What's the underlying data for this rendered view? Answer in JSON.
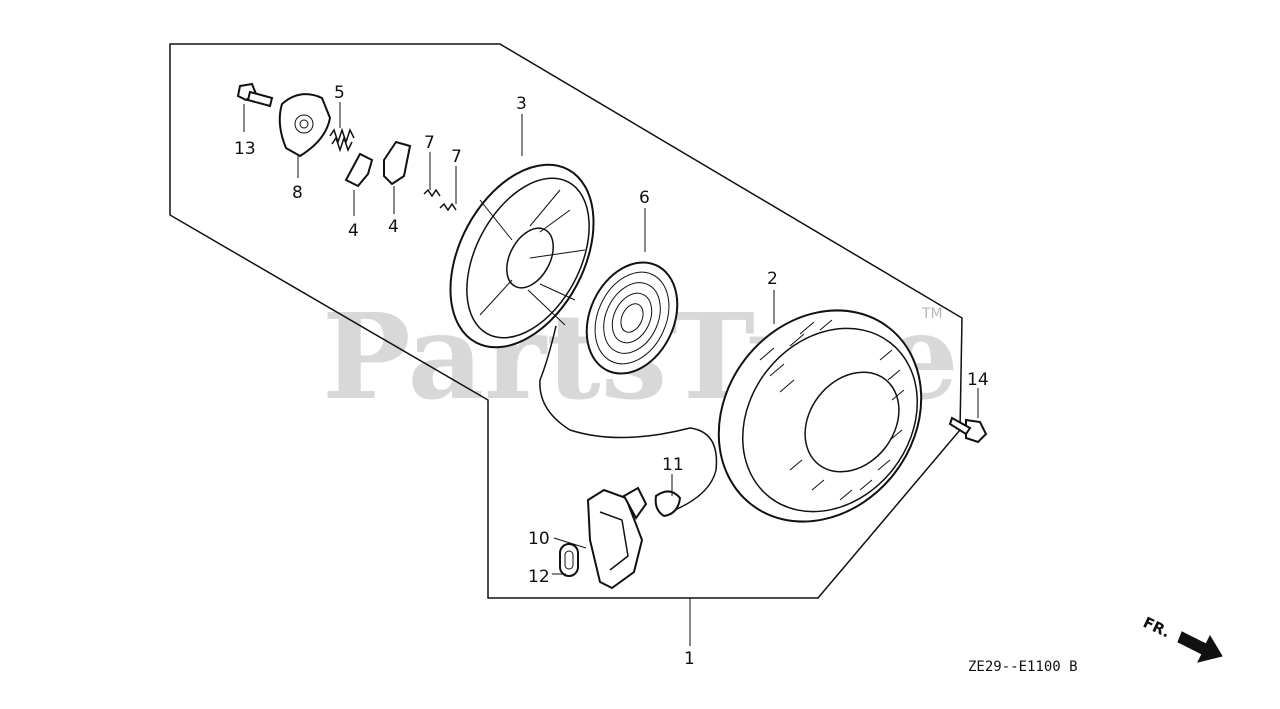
{
  "watermark": {
    "text": "PartsTree",
    "tm": "TM"
  },
  "reference_code": "ZE29--E1100 B",
  "direction_label": "FR.",
  "callouts": {
    "c1": "1",
    "c2": "2",
    "c3": "3",
    "c4a": "4",
    "c4b": "4",
    "c5": "5",
    "c6": "6",
    "c7a": "7",
    "c7b": "7",
    "c8": "8",
    "c10": "10",
    "c11": "11",
    "c12": "12",
    "c13": "13",
    "c14": "14"
  },
  "icons": {
    "direction": "arrow-right-down-icon"
  }
}
